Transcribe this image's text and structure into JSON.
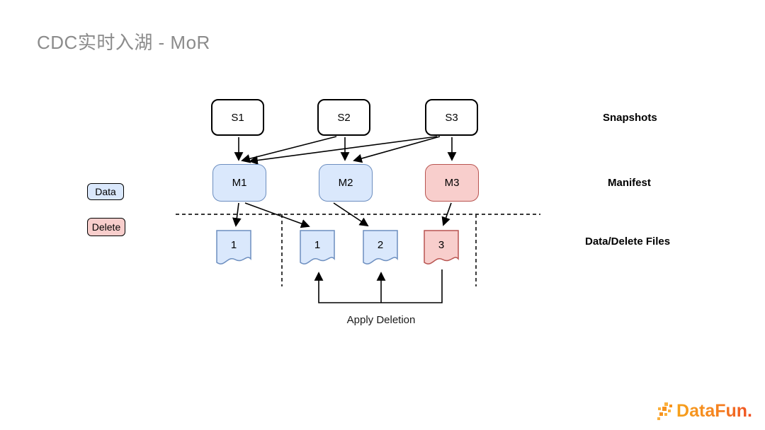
{
  "title": "CDC实时入湖 - MoR",
  "legend": {
    "data": "Data",
    "delete": "Delete"
  },
  "snapshots": [
    "S1",
    "S2",
    "S3"
  ],
  "manifests": [
    {
      "label": "M1",
      "type": "data"
    },
    {
      "label": "M2",
      "type": "data"
    },
    {
      "label": "M3",
      "type": "delete"
    }
  ],
  "files": [
    {
      "label": "1",
      "type": "data"
    },
    {
      "label": "1",
      "type": "data"
    },
    {
      "label": "2",
      "type": "data"
    },
    {
      "label": "3",
      "type": "delete"
    }
  ],
  "row_labels": {
    "snapshots": "Snapshots",
    "manifest": "Manifest",
    "files": "Data/Delete Files"
  },
  "annotations": {
    "apply_deletion": "Apply Deletion"
  },
  "edges": [
    "S1->M1",
    "S2->M1",
    "S2->M2",
    "S3->M1",
    "S3->M2",
    "S3->M3",
    "M1->file1",
    "M1->file1b",
    "M2->file2",
    "M3->file3",
    "file3->file1b(apply)",
    "file3->file2(apply)"
  ],
  "logo": {
    "text": "DataFun."
  },
  "colors": {
    "data_fill": "#dae8fc",
    "data_stroke": "#6c8ebf",
    "delete_fill": "#f8cecc",
    "delete_stroke": "#b85450",
    "title_gray": "#8b8b8b",
    "logo_orange_from": "#f6a21c",
    "logo_orange_to": "#ef4e23"
  }
}
